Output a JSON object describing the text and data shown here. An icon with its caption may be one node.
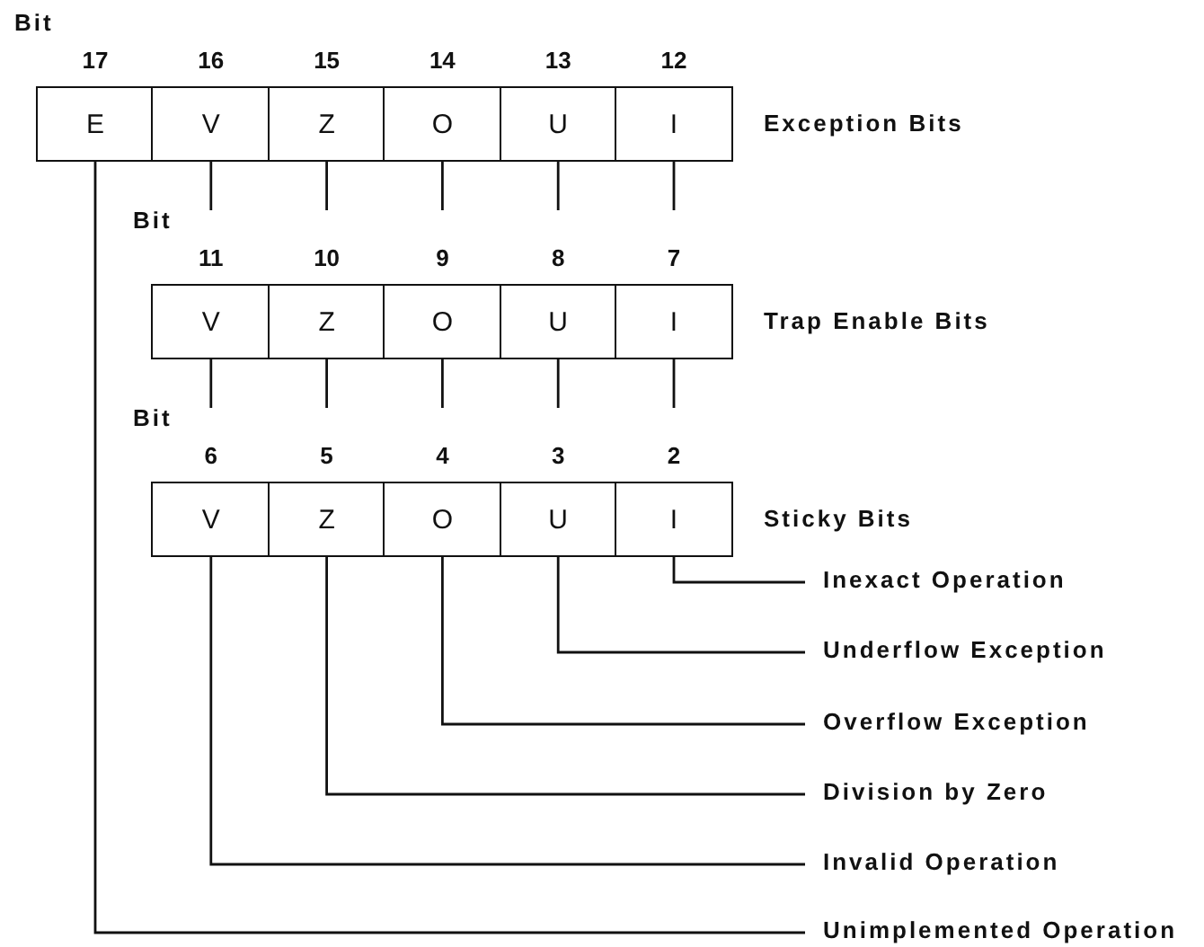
{
  "diagram": {
    "nodes": [
      {
        "text": [
          "E"
        ],
        "beside": [
          "17"
        ]
      },
      {
        "text": [
          "V"
        ],
        "beside": [
          "16"
        ]
      },
      {
        "text": [
          "Z"
        ],
        "beside": [
          "15"
        ]
      },
      {
        "text": [
          "O"
        ],
        "beside": [
          "14"
        ]
      },
      {
        "text": [
          "U"
        ],
        "beside": [
          "13"
        ]
      },
      {
        "text": [
          "I"
        ],
        "beside": [
          "12"
        ]
      },
      {
        "text": [
          "V"
        ],
        "beside": [
          "11"
        ]
      },
      {
        "text": [
          "Z"
        ],
        "beside": [
          "10"
        ]
      },
      {
        "text": [
          "O"
        ],
        "beside": [
          "9"
        ]
      },
      {
        "text": [
          "U"
        ],
        "beside": [
          "8"
        ]
      },
      {
        "text": [
          "I"
        ],
        "beside": [
          "7"
        ]
      },
      {
        "text": [
          "V"
        ],
        "beside": [
          "6"
        ]
      },
      {
        "text": [
          "Z"
        ],
        "beside": [
          "5"
        ]
      },
      {
        "text": [
          "O"
        ],
        "beside": [
          "4"
        ]
      },
      {
        "text": [
          "U"
        ],
        "beside": [
          "3"
        ]
      },
      {
        "text": [
          "I"
        ],
        "beside": [
          "2"
        ]
      },
      {
        "text": [
          "Inexact Operation"
        ]
      },
      {
        "text": [
          "Underflow Exception"
        ]
      },
      {
        "text": [
          "Overflow Exception"
        ]
      },
      {
        "text": [
          "Division by Zero"
        ]
      },
      {
        "text": [
          "Invalid Operation"
        ]
      },
      {
        "text": [
          "Unimplemented Operation"
        ]
      }
    ],
    "edges": [
      {
        "from": 15,
        "to": 16,
        "arrow": "none"
      },
      {
        "from": 14,
        "to": 17,
        "arrow": "none"
      },
      {
        "from": 13,
        "to": 18,
        "arrow": "none"
      },
      {
        "from": 12,
        "to": 19,
        "arrow": "none"
      },
      {
        "from": 11,
        "to": 20,
        "arrow": "none"
      },
      {
        "from": 0,
        "to": 21,
        "arrow": "none"
      }
    ],
    "labels": [
      "Bit",
      "Exception Bits",
      "Bit",
      "Trap Enable Bits",
      "Bit",
      "Sticky Bits"
    ]
  }
}
